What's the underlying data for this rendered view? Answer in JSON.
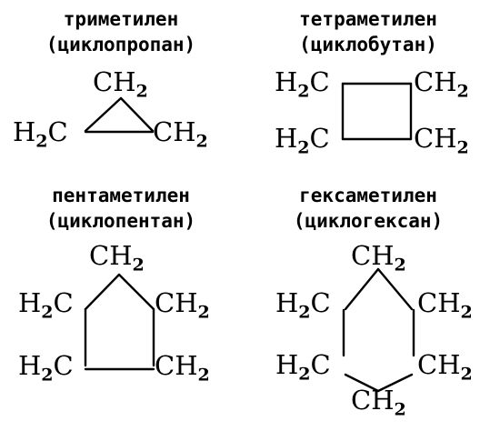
{
  "molecules": [
    {
      "name": "триметилен",
      "alt_name": "(циклопропан)",
      "groups": [
        {
          "base": "CH",
          "sub": "2"
        },
        {
          "base": "H",
          "sub": "2",
          "tail": "C"
        },
        {
          "base": "CH",
          "sub": "2"
        }
      ]
    },
    {
      "name": "тетраметилен",
      "alt_name": "(циклобутан)",
      "groups": [
        {
          "base": "H",
          "sub": "2",
          "tail": "C"
        },
        {
          "base": "CH",
          "sub": "2"
        },
        {
          "base": "H",
          "sub": "2",
          "tail": "C"
        },
        {
          "base": "CH",
          "sub": "2"
        }
      ]
    },
    {
      "name": "пентаметилен",
      "alt_name": "(циклопентан)",
      "groups": [
        {
          "base": "CH",
          "sub": "2"
        },
        {
          "base": "H",
          "sub": "2",
          "tail": "C"
        },
        {
          "base": "CH",
          "sub": "2"
        },
        {
          "base": "H",
          "sub": "2",
          "tail": "C"
        },
        {
          "base": "CH",
          "sub": "2"
        }
      ]
    },
    {
      "name": "гексаметилен",
      "alt_name": "(циклогексан)",
      "groups": [
        {
          "base": "CH",
          "sub": "2"
        },
        {
          "base": "H",
          "sub": "2",
          "tail": "C"
        },
        {
          "base": "CH",
          "sub": "2"
        },
        {
          "base": "H",
          "sub": "2",
          "tail": "C"
        },
        {
          "base": "CH",
          "sub": "2"
        },
        {
          "base": "CH",
          "sub": "2"
        }
      ]
    }
  ]
}
